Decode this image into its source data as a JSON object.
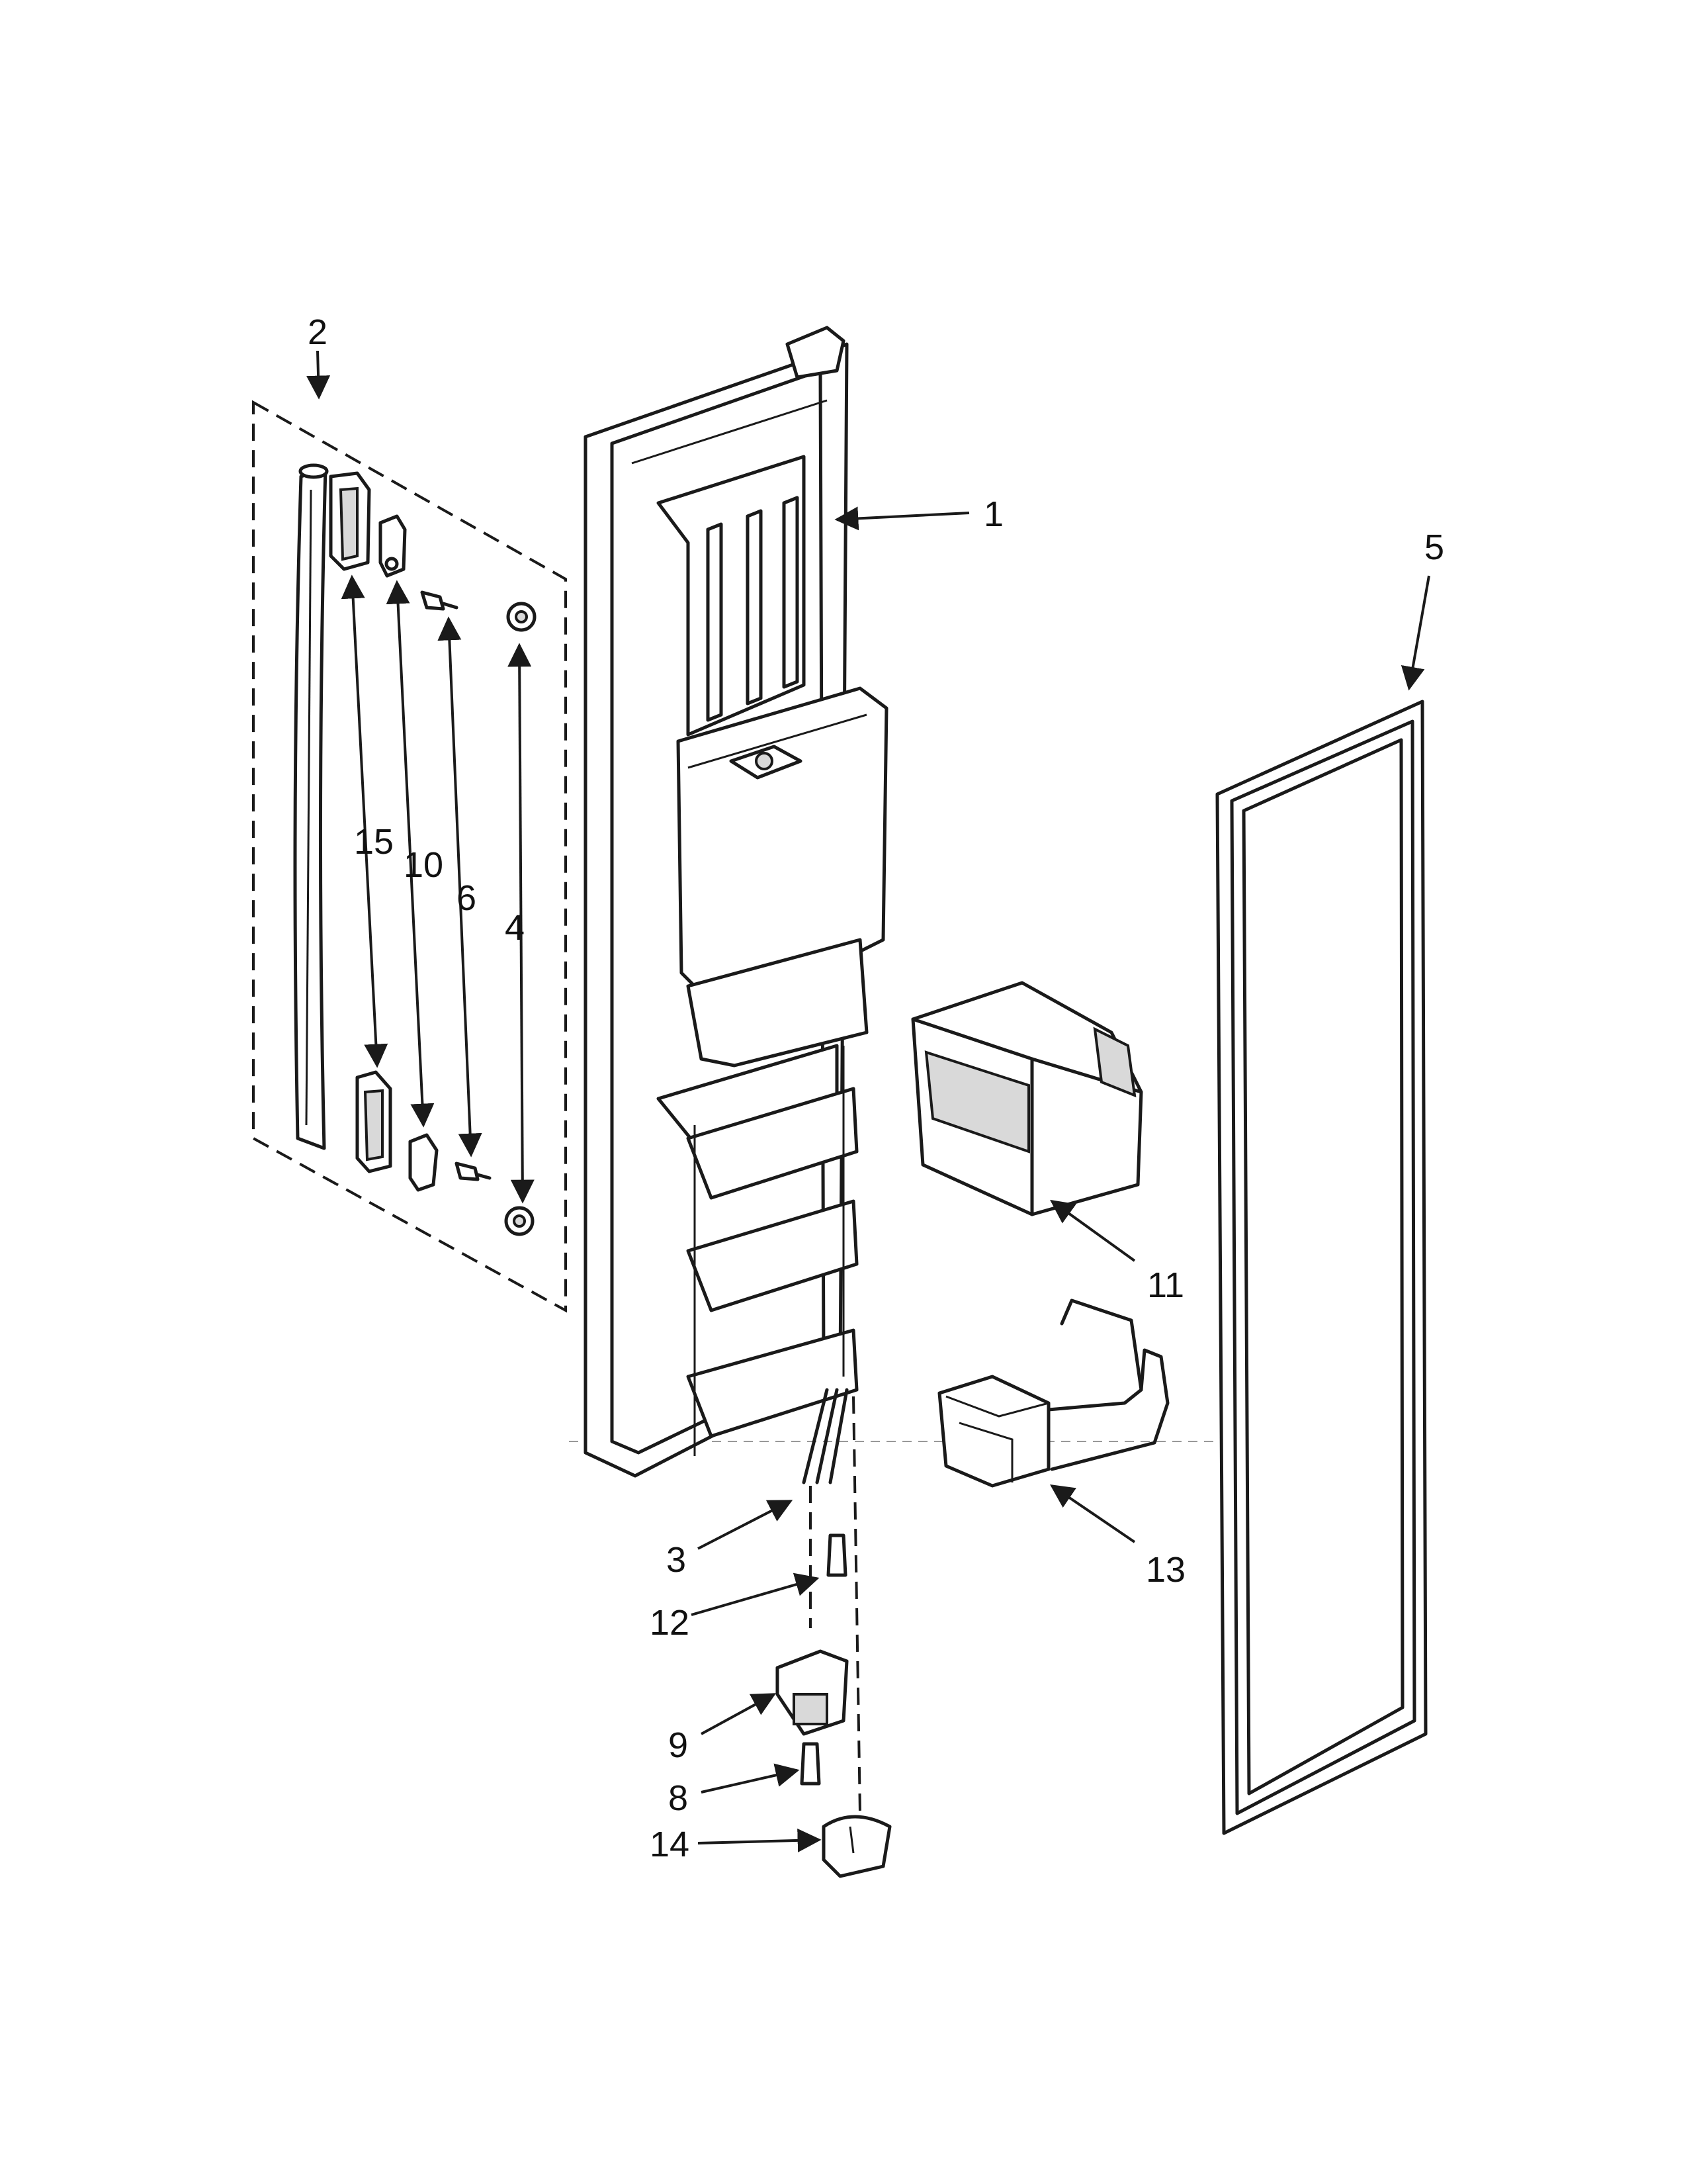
{
  "callouts": {
    "part_1": "1",
    "part_2": "2",
    "part_3": "3",
    "part_4": "4",
    "part_5": "5",
    "part_6": "6",
    "part_8": "8",
    "part_9": "9",
    "part_10": "10",
    "part_11": "11",
    "part_12": "12",
    "part_13": "13",
    "part_14": "14",
    "part_15": "15"
  }
}
